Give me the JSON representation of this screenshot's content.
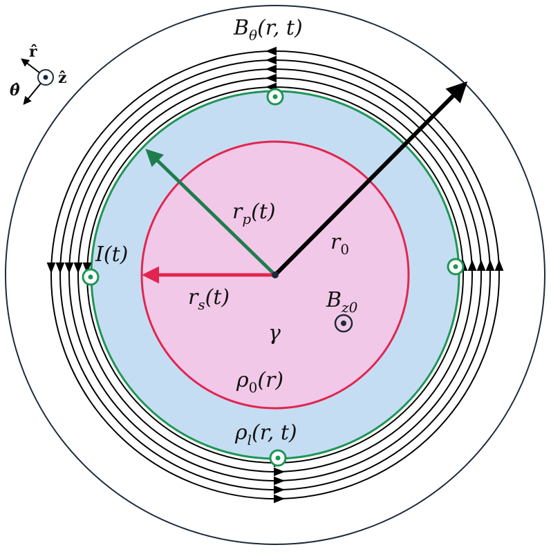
{
  "colors": {
    "outer_ring": "#1b2a3a",
    "field_lines": "#000000",
    "liner_fill": "#c5ddf3",
    "liner_edge": "#1e9555",
    "fuel_fill": "#f2c8e8",
    "fuel_edge": "#e2254f",
    "radius_rs": "#e2254f",
    "radius_rp": "#1e7d4c",
    "radius_r0": "#000000",
    "current_marker": "#1e9555"
  },
  "labels": {
    "b_theta": {
      "main": "B",
      "sub": "θ",
      "rest": "(r, t)"
    },
    "current": {
      "main": "I",
      "rest": "(t)"
    },
    "r_p": {
      "main": "r",
      "sub": "p",
      "rest": "(t)"
    },
    "r_0": {
      "main": "r",
      "sub": "0"
    },
    "r_s": {
      "main": "r",
      "sub": "s",
      "rest": "(t)"
    },
    "b_z0": {
      "main": "B",
      "sub": "z0"
    },
    "gamma": "γ",
    "rho_0": {
      "main": "ρ",
      "sub": "0",
      "rest": "(r)"
    },
    "rho_l": {
      "main": "ρ",
      "sub": "l",
      "rest": "(r, t)"
    }
  },
  "axes_legend": {
    "r": "r̂",
    "theta": "θ̂",
    "z": "ẑ"
  },
  "icons": {
    "current_marker": "dot-in-circle-icon",
    "field_direction": "arrowhead-icon",
    "axial_field": "dot-in-circle-icon"
  }
}
